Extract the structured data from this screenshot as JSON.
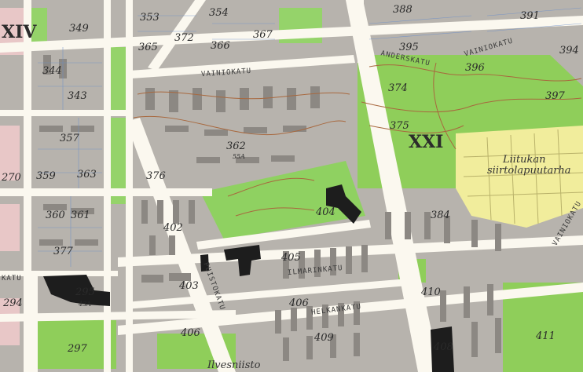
{
  "map": {
    "district_labels": [
      "XIV",
      "XXI"
    ],
    "block_numbers": [
      "349",
      "353",
      "354",
      "365",
      "366",
      "367",
      "372",
      "388",
      "391",
      "394",
      "395",
      "396",
      "397",
      "344",
      "343",
      "374",
      "375",
      "357",
      "362",
      "376",
      "359",
      "363",
      "270",
      "360",
      "361",
      "377",
      "402",
      "404",
      "384",
      "405",
      "403",
      "406",
      "295",
      "297",
      "294",
      "409",
      "410",
      "411",
      "408",
      "406"
    ],
    "block_sublabels": [
      "55A",
      "43A"
    ],
    "street_names": [
      "VAINIOKATU",
      "VAINIOKATU",
      "ANDERSKATU",
      "ILMARINKATU",
      "HELKANKATU",
      "VAINIOKATU"
    ],
    "street_partials": [
      "KATU",
      "PUISTOKATU"
    ],
    "park_names": [
      "Liitukan",
      "siirtolapuutarha",
      "Ilvesniisto"
    ],
    "colors": {
      "road": "#fbf8ef",
      "block": "#b3b0ab",
      "building": "#8f8b86",
      "park": "#8fce5a",
      "allotment": "#f1ed9c",
      "dark_building": "#1d1d1d"
    }
  }
}
